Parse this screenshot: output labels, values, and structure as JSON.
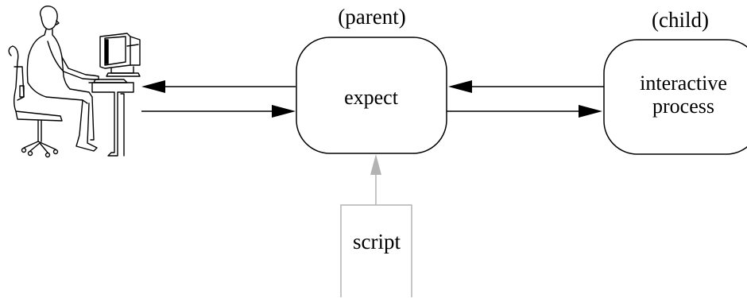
{
  "diagram": {
    "user": {
      "icon": "person-at-computer-icon"
    },
    "expect_box": {
      "caption": "(parent)",
      "label": "expect"
    },
    "process_box": {
      "caption": "(child)",
      "label_line1": "interactive",
      "label_line2": "process"
    },
    "script_box": {
      "label": "script"
    },
    "colors": {
      "stroke": "#000000",
      "script_stroke": "#b3b3b3",
      "background": "#ffffff"
    }
  }
}
